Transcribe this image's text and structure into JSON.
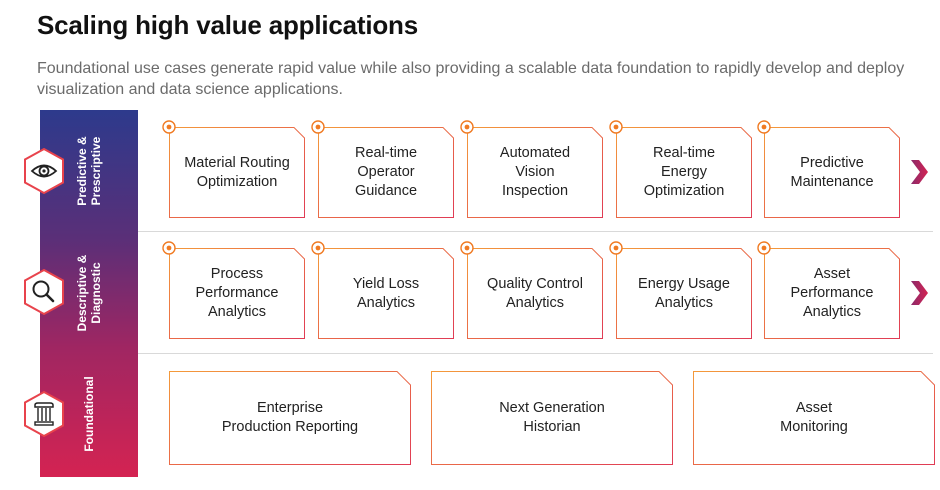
{
  "header": {
    "title": "Scaling high value applications",
    "subtitle": "Foundational use cases generate rapid value while also providing a scalable data foundation to rapidly develop and deploy visualization and data science applications."
  },
  "colors": {
    "accent_orange": "#f07a22",
    "accent_red": "#d42352",
    "band_top": "#2d3a8c",
    "band_bottom": "#d42352"
  },
  "rows": [
    {
      "label": "Predictive &\nPrescriptive",
      "icon": "eye-icon",
      "items": [
        "Material Routing\nOptimization",
        "Real-time\nOperator\nGuidance",
        "Automated\nVision\nInspection",
        "Real-time\nEnergy\nOptimization",
        "Predictive\nMaintenance"
      ]
    },
    {
      "label": "Descriptive &\nDiagnostic",
      "icon": "magnifier-icon",
      "items": [
        "Process\nPerformance\nAnalytics",
        "Yield Loss\nAnalytics",
        "Quality Control\nAnalytics",
        "Energy Usage\nAnalytics",
        "Asset\nPerformance\nAnalytics"
      ]
    },
    {
      "label": "Foundational",
      "icon": "pillar-icon",
      "items": [
        "Enterprise\nProduction Reporting",
        "Next Generation\nHistorian",
        "Asset\nMonitoring"
      ]
    }
  ]
}
